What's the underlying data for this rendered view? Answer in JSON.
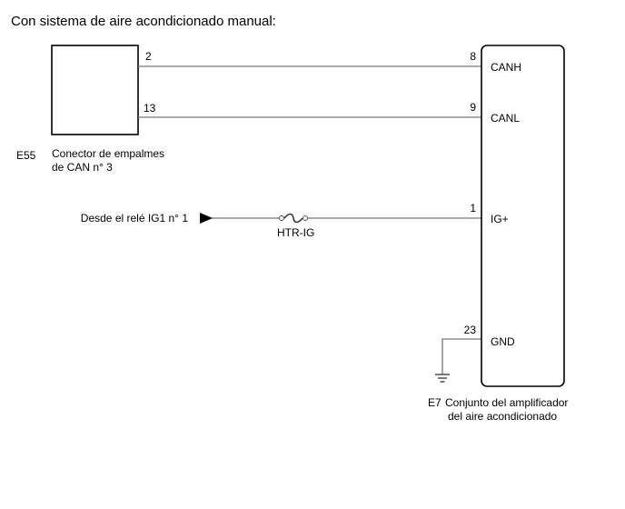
{
  "title": "Con sistema de aire acondicionado manual:",
  "left_component": {
    "code": "E55",
    "name_line1": "Conector de empalmes",
    "name_line2": "de CAN n° 3",
    "pins": [
      "2",
      "13"
    ]
  },
  "right_component": {
    "code": "E7",
    "name_line1": "Conjunto del amplificador",
    "name_line2": "del aire acondicionado",
    "pins": [
      {
        "number": "8",
        "label": "CANH"
      },
      {
        "number": "9",
        "label": "CANL"
      },
      {
        "number": "1",
        "label": "IG+"
      },
      {
        "number": "23",
        "label": "GND"
      }
    ]
  },
  "power_source": "Desde el relé IG1 n° 1",
  "fuse": "HTR-IG"
}
